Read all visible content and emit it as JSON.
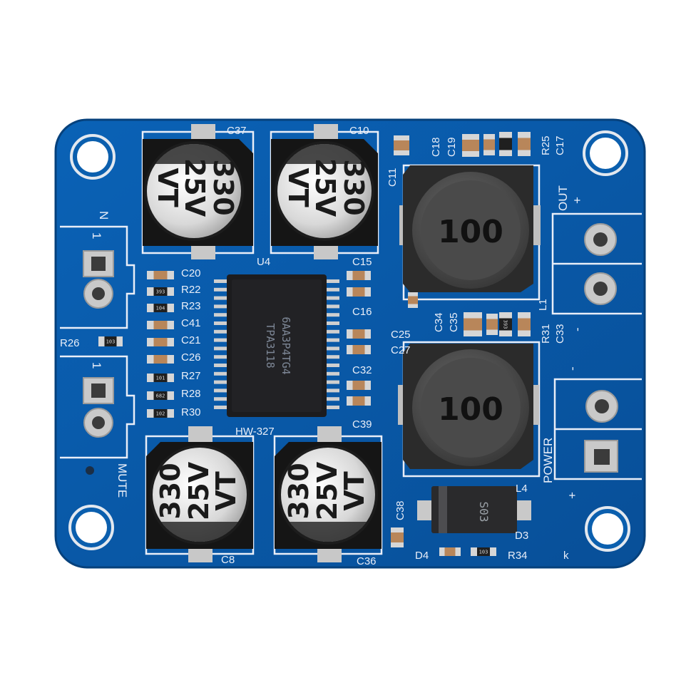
{
  "board_id": "HW-327",
  "chip": {
    "ref": "U4",
    "line1": "6AA3P4TG4",
    "line2": "TPA3118"
  },
  "capacitors": [
    {
      "ref": "C37",
      "value": "330",
      "voltage": "25V",
      "series": "VT"
    },
    {
      "ref": "C10",
      "value": "330",
      "voltage": "25V",
      "series": "VT"
    },
    {
      "ref": "C8",
      "value": "330",
      "voltage": "25V",
      "series": "VT"
    },
    {
      "ref": "C36",
      "value": "330",
      "voltage": "25V",
      "series": "VT"
    }
  ],
  "inductors": [
    {
      "ref": "L1",
      "value": "100"
    },
    {
      "ref": "L4",
      "value": "100"
    }
  ],
  "diode": {
    "ref": "D3",
    "marking": "S03"
  },
  "left_labels": [
    "C20",
    "R22",
    "R23",
    "C41",
    "C21",
    "C26",
    "R27",
    "R28",
    "R30"
  ],
  "center_labels": [
    "C15",
    "C16",
    "C32",
    "C39"
  ],
  "misc_labels": {
    "r26": "R26",
    "c11": "C11",
    "c18": "C18",
    "c19": "C19",
    "r25": "R25",
    "c17": "C17",
    "c25": "C25",
    "c27": "C27",
    "c34": "C34",
    "c35": "C35",
    "r31": "R31",
    "c33": "C33",
    "c38": "C38",
    "d4": "D4",
    "r34": "R34",
    "k": "k",
    "l4": "L4"
  },
  "connectors": {
    "in_label": "N",
    "pin1_a": "1",
    "pin1_b": "1",
    "mute": "MUTE",
    "out": "OUT",
    "power": "POWER",
    "plus": "+",
    "minus": "-"
  },
  "resistor_codes": {
    "r26": "103",
    "r22": "393",
    "r23": "104",
    "r27": "101",
    "r28": "682",
    "r30": "102",
    "r31": "393",
    "r34": "103"
  },
  "colors": {
    "pcb": "#0a5aa8",
    "pcb_dark": "#084a8c",
    "silkscreen": "#e9eef8",
    "pad": "#c8c8c8",
    "chip": "#1c1c1e",
    "cap_top": "#d9d9d9"
  }
}
